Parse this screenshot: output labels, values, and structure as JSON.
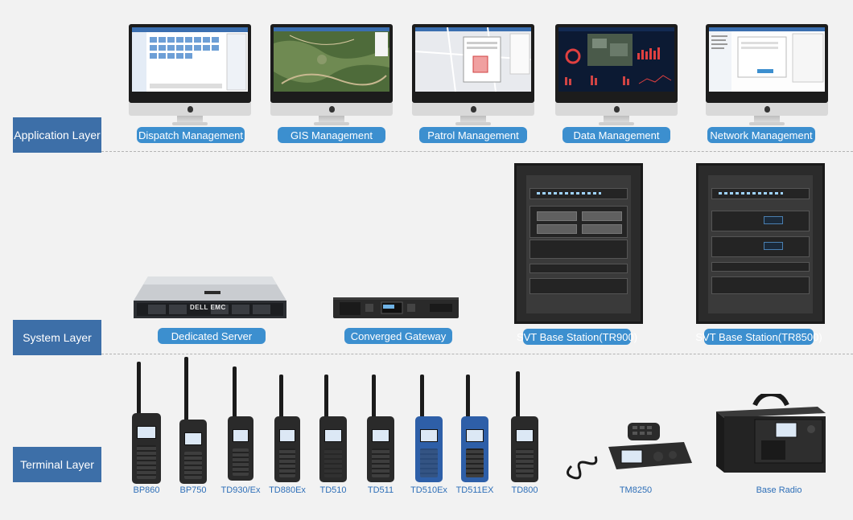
{
  "layers": {
    "application": "Application Layer",
    "system": "System Layer",
    "terminal": "Terminal Layer"
  },
  "application": {
    "items": [
      {
        "label": "Dispatch Management",
        "icon": "dispatch-screen-icon"
      },
      {
        "label": "GIS Management",
        "icon": "map-screen-icon"
      },
      {
        "label": "Patrol Management",
        "icon": "patrol-screen-icon"
      },
      {
        "label": "Data Management",
        "icon": "dashboard-screen-icon"
      },
      {
        "label": "Network Management",
        "icon": "network-screen-icon"
      }
    ]
  },
  "system": {
    "items": [
      {
        "label": "Dedicated Server",
        "icon": "rack-server-icon"
      },
      {
        "label": "Converged Gateway",
        "icon": "gateway-icon"
      },
      {
        "label": "SVT Base Station(TR900)",
        "icon": "base-station-rack-icon"
      },
      {
        "label": "SVT Base Station(TR8500)",
        "icon": "base-station-rack-icon"
      }
    ],
    "server_brand": "DELL EMC"
  },
  "terminal": {
    "models": [
      "BP860",
      "BP750",
      "TD930/Ex",
      "TD880Ex",
      "TD510",
      "TD511",
      "TD510Ex",
      "TD511EX",
      "TD800",
      "TM8250",
      "Base Radio"
    ],
    "colors": {
      "black": "#2a2a2a",
      "blue": "#2e5fa8"
    }
  },
  "colors": {
    "layer_label_bg": "#3d6fa8",
    "pill_bg": "#3c8fcf",
    "model_text": "#2e6fb8",
    "background": "#f2f2f2"
  }
}
